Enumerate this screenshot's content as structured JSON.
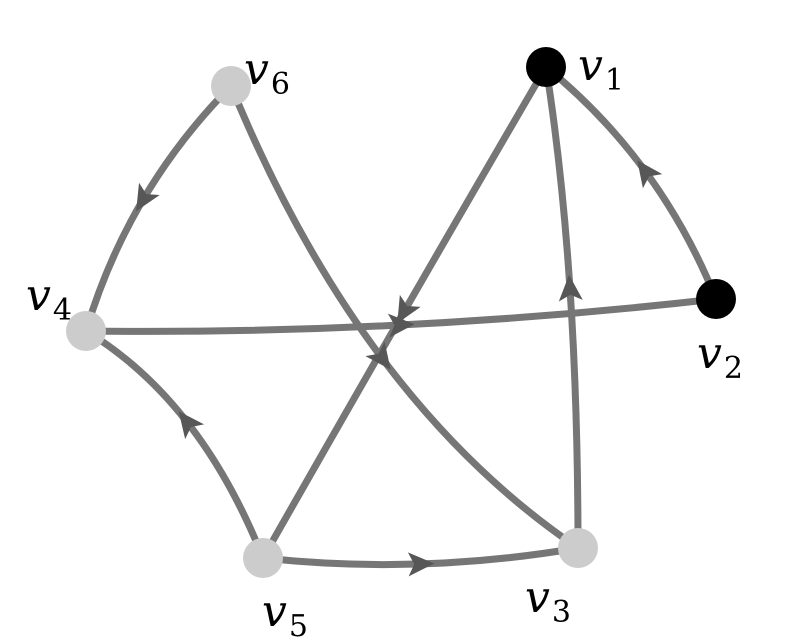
{
  "graph": {
    "node_colors": {
      "highlighted": "#000000",
      "normal": "#cccccc",
      "edge": "#767676"
    },
    "nodes": [
      {
        "id": "v1",
        "letter": "v",
        "index": "1",
        "highlighted": true
      },
      {
        "id": "v2",
        "letter": "v",
        "index": "2",
        "highlighted": true
      },
      {
        "id": "v3",
        "letter": "v",
        "index": "3",
        "highlighted": false
      },
      {
        "id": "v4",
        "letter": "v",
        "index": "4",
        "highlighted": false
      },
      {
        "id": "v5",
        "letter": "v",
        "index": "5",
        "highlighted": false
      },
      {
        "id": "v6",
        "letter": "v",
        "index": "6",
        "highlighted": false
      }
    ],
    "edges": [
      {
        "from": "v2",
        "to": "v1"
      },
      {
        "from": "v3",
        "to": "v1"
      },
      {
        "from": "v1",
        "to": "v5"
      },
      {
        "from": "v4",
        "to": "v2"
      },
      {
        "from": "v6",
        "to": "v4"
      },
      {
        "from": "v6",
        "to": "v3"
      },
      {
        "from": "v5",
        "to": "v4"
      },
      {
        "from": "v5",
        "to": "v3"
      }
    ]
  }
}
